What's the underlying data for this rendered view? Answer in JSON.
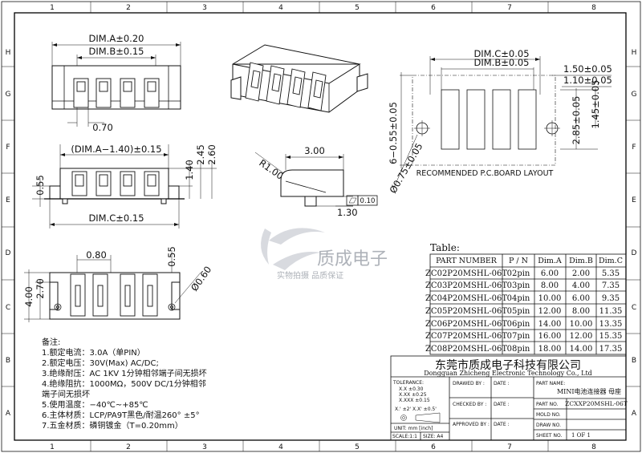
{
  "border": {
    "col_labels": [
      "1",
      "2",
      "3",
      "4",
      "5",
      "6",
      "7",
      "8"
    ],
    "row_labels": [
      "H",
      "G",
      "F",
      "E",
      "D",
      "C",
      "B",
      "A"
    ]
  },
  "front_view": {
    "dim_a": "DIM.A±0.20",
    "dim_b": "DIM.B±0.15",
    "pitch": "0.70"
  },
  "side_view": {
    "dim_a_minus": "(DIM.A−1.40)±0.15",
    "h1": "1.40",
    "h2": "2.45",
    "h3": "2.60",
    "left": "0.55",
    "dim_c": "DIM.C±0.15"
  },
  "profile_view": {
    "radius": "R1.00",
    "width": "3.00",
    "height": "1.30",
    "flatness_tol": "0.10"
  },
  "bottom_view": {
    "pitch": "0.80",
    "offset": "0.55",
    "h1": "2.70",
    "h2": "4.00",
    "hole": "Ø0.60"
  },
  "pcb_layout": {
    "dim_c": "DIM.C±0.05",
    "dim_b": "DIM.B±0.05",
    "d1": "1.50±0.05",
    "d2": "1.10±0.05",
    "d3": "2.85±0.05",
    "d4": "1.45±0.05",
    "d5": "6−0.55±0.05",
    "d6": "Ø0.75±0.05",
    "caption": "RECOMMENDED P.C.BOARD LAYOUT"
  },
  "watermark": {
    "name": "质成电子",
    "slogan": "实物拍摄 品质保证"
  },
  "table": {
    "title": "Table:",
    "headers": [
      "PART NUMBER",
      "P / N",
      "Dim.A",
      "Dim.B",
      "Dim.C"
    ],
    "rows": [
      [
        "ZC02P20MSHL-06T",
        "02pin",
        "6.00",
        "2.00",
        "5.35"
      ],
      [
        "ZC03P20MSHL-06T",
        "03pin",
        "8.00",
        "4.00",
        "7.35"
      ],
      [
        "ZC04P20MSHL-06T",
        "04pin",
        "10.00",
        "6.00",
        "9.35"
      ],
      [
        "ZC05P20MSHL-06T",
        "05pin",
        "12.00",
        "8.00",
        "11.35"
      ],
      [
        "ZC06P20MSHL-06T",
        "06pin",
        "14.00",
        "10.00",
        "13.35"
      ],
      [
        "ZC07P20MSHL-06T",
        "07pin",
        "16.00",
        "12.00",
        "15.35"
      ],
      [
        "ZC08P20MSHL-06T",
        "08pin",
        "18.00",
        "14.00",
        "17.35"
      ]
    ]
  },
  "notes": {
    "heading": "备注:",
    "lines": [
      "1.额定电流：3.0A（单PIN）",
      "2.额定电压：30V(Max)  AC/DC;",
      "3.绝缘耐压：AC  1KV  1分钟相邻端子间无损坏",
      "4.绝缘阻抗：1000MΩ，500V  DC/1分钟相邻",
      "   端子间无损坏",
      "5.使用温度：−40℃~+85℃",
      "6.主体材质：LCP/PA9T黑色/耐温260° ±5°",
      "7.五金材质：磷铜镀金（T=0.20mm）"
    ]
  },
  "title_block": {
    "company_cn": "东莞市质成电子科技有限公司",
    "company_en": "Dongguan Zhicheng Electronic Technology Co., Ltd",
    "tolerance_label": "TOLERANCE:",
    "tol_lines": [
      "X.X    ±0.30",
      "X.XX   ±0.25",
      "X.XXX  ±0.15"
    ],
    "angle_tol": "X.' ±2'     X.X' ±0.5'",
    "unit": "UNIT:  mm  [inch]",
    "scale": "SCALE:1:1",
    "size": "SIZE: A4",
    "drawn_by": "DRAWED BY :",
    "checked_by": "CHECKED BY :",
    "approved_by": "APPROVED BY :",
    "date": "DATE :",
    "part_name_label": "PART NAME:",
    "part_name": "MINI电池连接器 母座",
    "part_no_label": "PART NO.",
    "part_no": "ZCXXP20MSHL-06T",
    "mold_no_label": "MOLD NO.",
    "draw_no_label": "DRAW NO.",
    "sheet_no_label": "SHEET NO.",
    "sheet_no": "1  OF  1"
  }
}
